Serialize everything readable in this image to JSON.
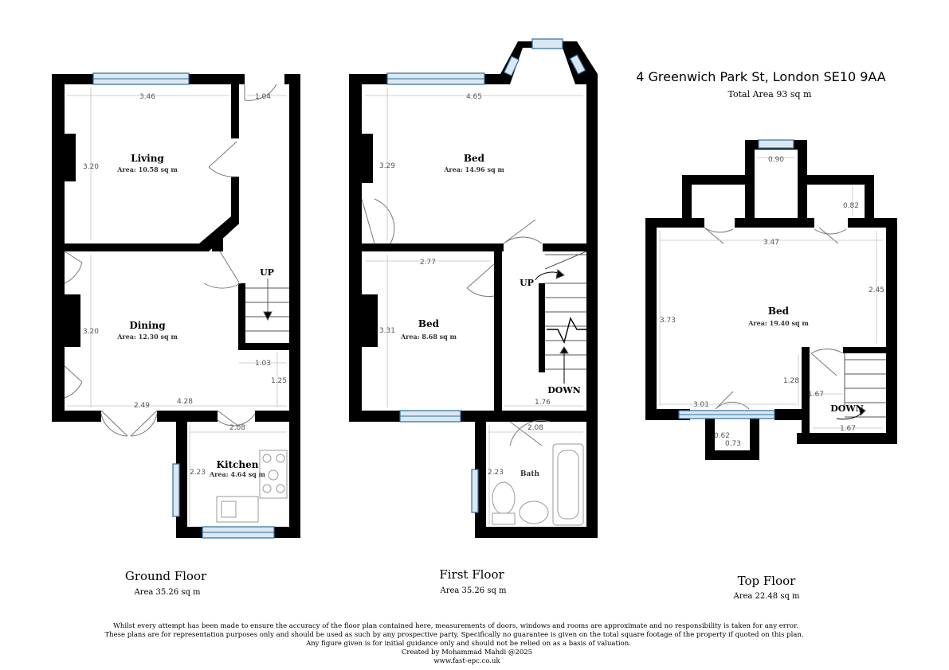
{
  "header": {
    "address": "4 Greenwich Park St, London SE10 9AA",
    "total_area": "Total Area 93 sq m"
  },
  "floors": [
    {
      "name": "Ground Floor",
      "area": "Area 35.26 sq m"
    },
    {
      "name": "First Floor",
      "area": "Area 35.26 sq m"
    },
    {
      "name": "Top Floor",
      "area": "Area 22.48 sq m"
    }
  ],
  "rooms": {
    "living": {
      "name": "Living",
      "area": "Area: 10.58 sq m"
    },
    "dining": {
      "name": "Dining",
      "area": "Area: 12.30 sq m"
    },
    "kitchen": {
      "name": "Kitchen",
      "area": "Area: 4.64 sq m"
    },
    "bed1": {
      "name": "Bed",
      "area": "Area: 14.96 sq m"
    },
    "bed2": {
      "name": "Bed",
      "area": "Area: 8.68 sq m"
    },
    "bath": {
      "name": "Bath"
    },
    "bed3": {
      "name": "Bed",
      "area": "Area: 19.40 sq m"
    }
  },
  "stairs": {
    "up": "UP",
    "down": "DOWN"
  },
  "dimensions": {
    "gf": [
      "3.46",
      "1.04",
      "3.20",
      "3.20",
      "1.03",
      "1.25",
      "2.49",
      "4.28",
      "2.08",
      "2.23"
    ],
    "ff": [
      "4.65",
      "3.29",
      "2.77",
      "3.31",
      "1.76",
      "2.08",
      "2.23"
    ],
    "tf": [
      "0.90",
      "0.82",
      "3.47",
      "3.73",
      "2.45",
      "1.28",
      "1.67",
      "3.01",
      "1.67",
      "0.62",
      "0.73"
    ]
  },
  "footer": {
    "line1": "Whilst every attempt has been made to ensure the accuracy of the floor plan contained here, measurements of doors, windows and rooms are approximate and no responsibility is taken for any error.",
    "line2": "These plans are for representation purposes only and should be used as such by any prospective party. Specifically no guarantee is given on the total square footage of the property if quoted on this plan.",
    "line3": "Any figure given is for initial guidance only and should not be relied on as a basis of valuation.",
    "credit": "Created by Mohammad Mahdi @2025",
    "website": "www.fast-epc.co.uk"
  }
}
